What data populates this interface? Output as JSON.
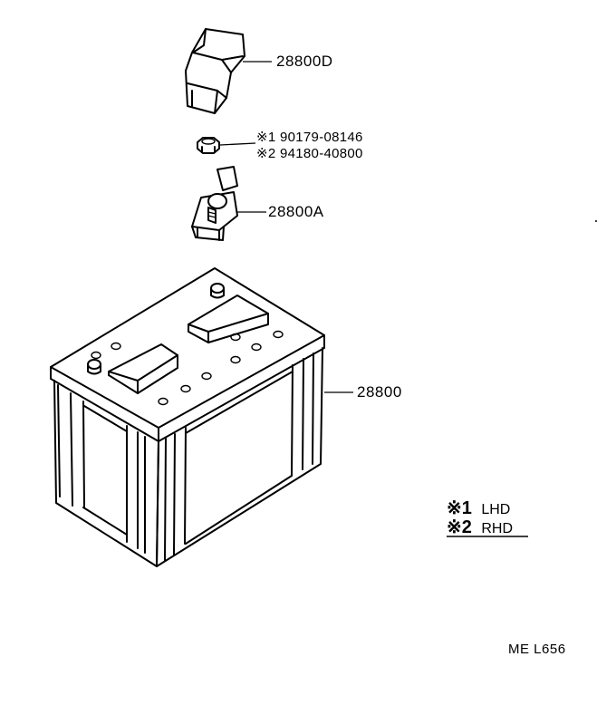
{
  "parts": {
    "cover": {
      "number": "28800D"
    },
    "nut": {
      "line1": {
        "mark": "※1",
        "number": "90179-08146"
      },
      "line2": {
        "mark": "※2",
        "number": "94180-40800"
      }
    },
    "clamp": {
      "number": "28800A"
    },
    "battery": {
      "number": "28800"
    }
  },
  "legend": [
    {
      "mark": "※1",
      "text": "LHD"
    },
    {
      "mark": "※2",
      "text": "RHD"
    }
  ],
  "reference_code": "ME L656"
}
